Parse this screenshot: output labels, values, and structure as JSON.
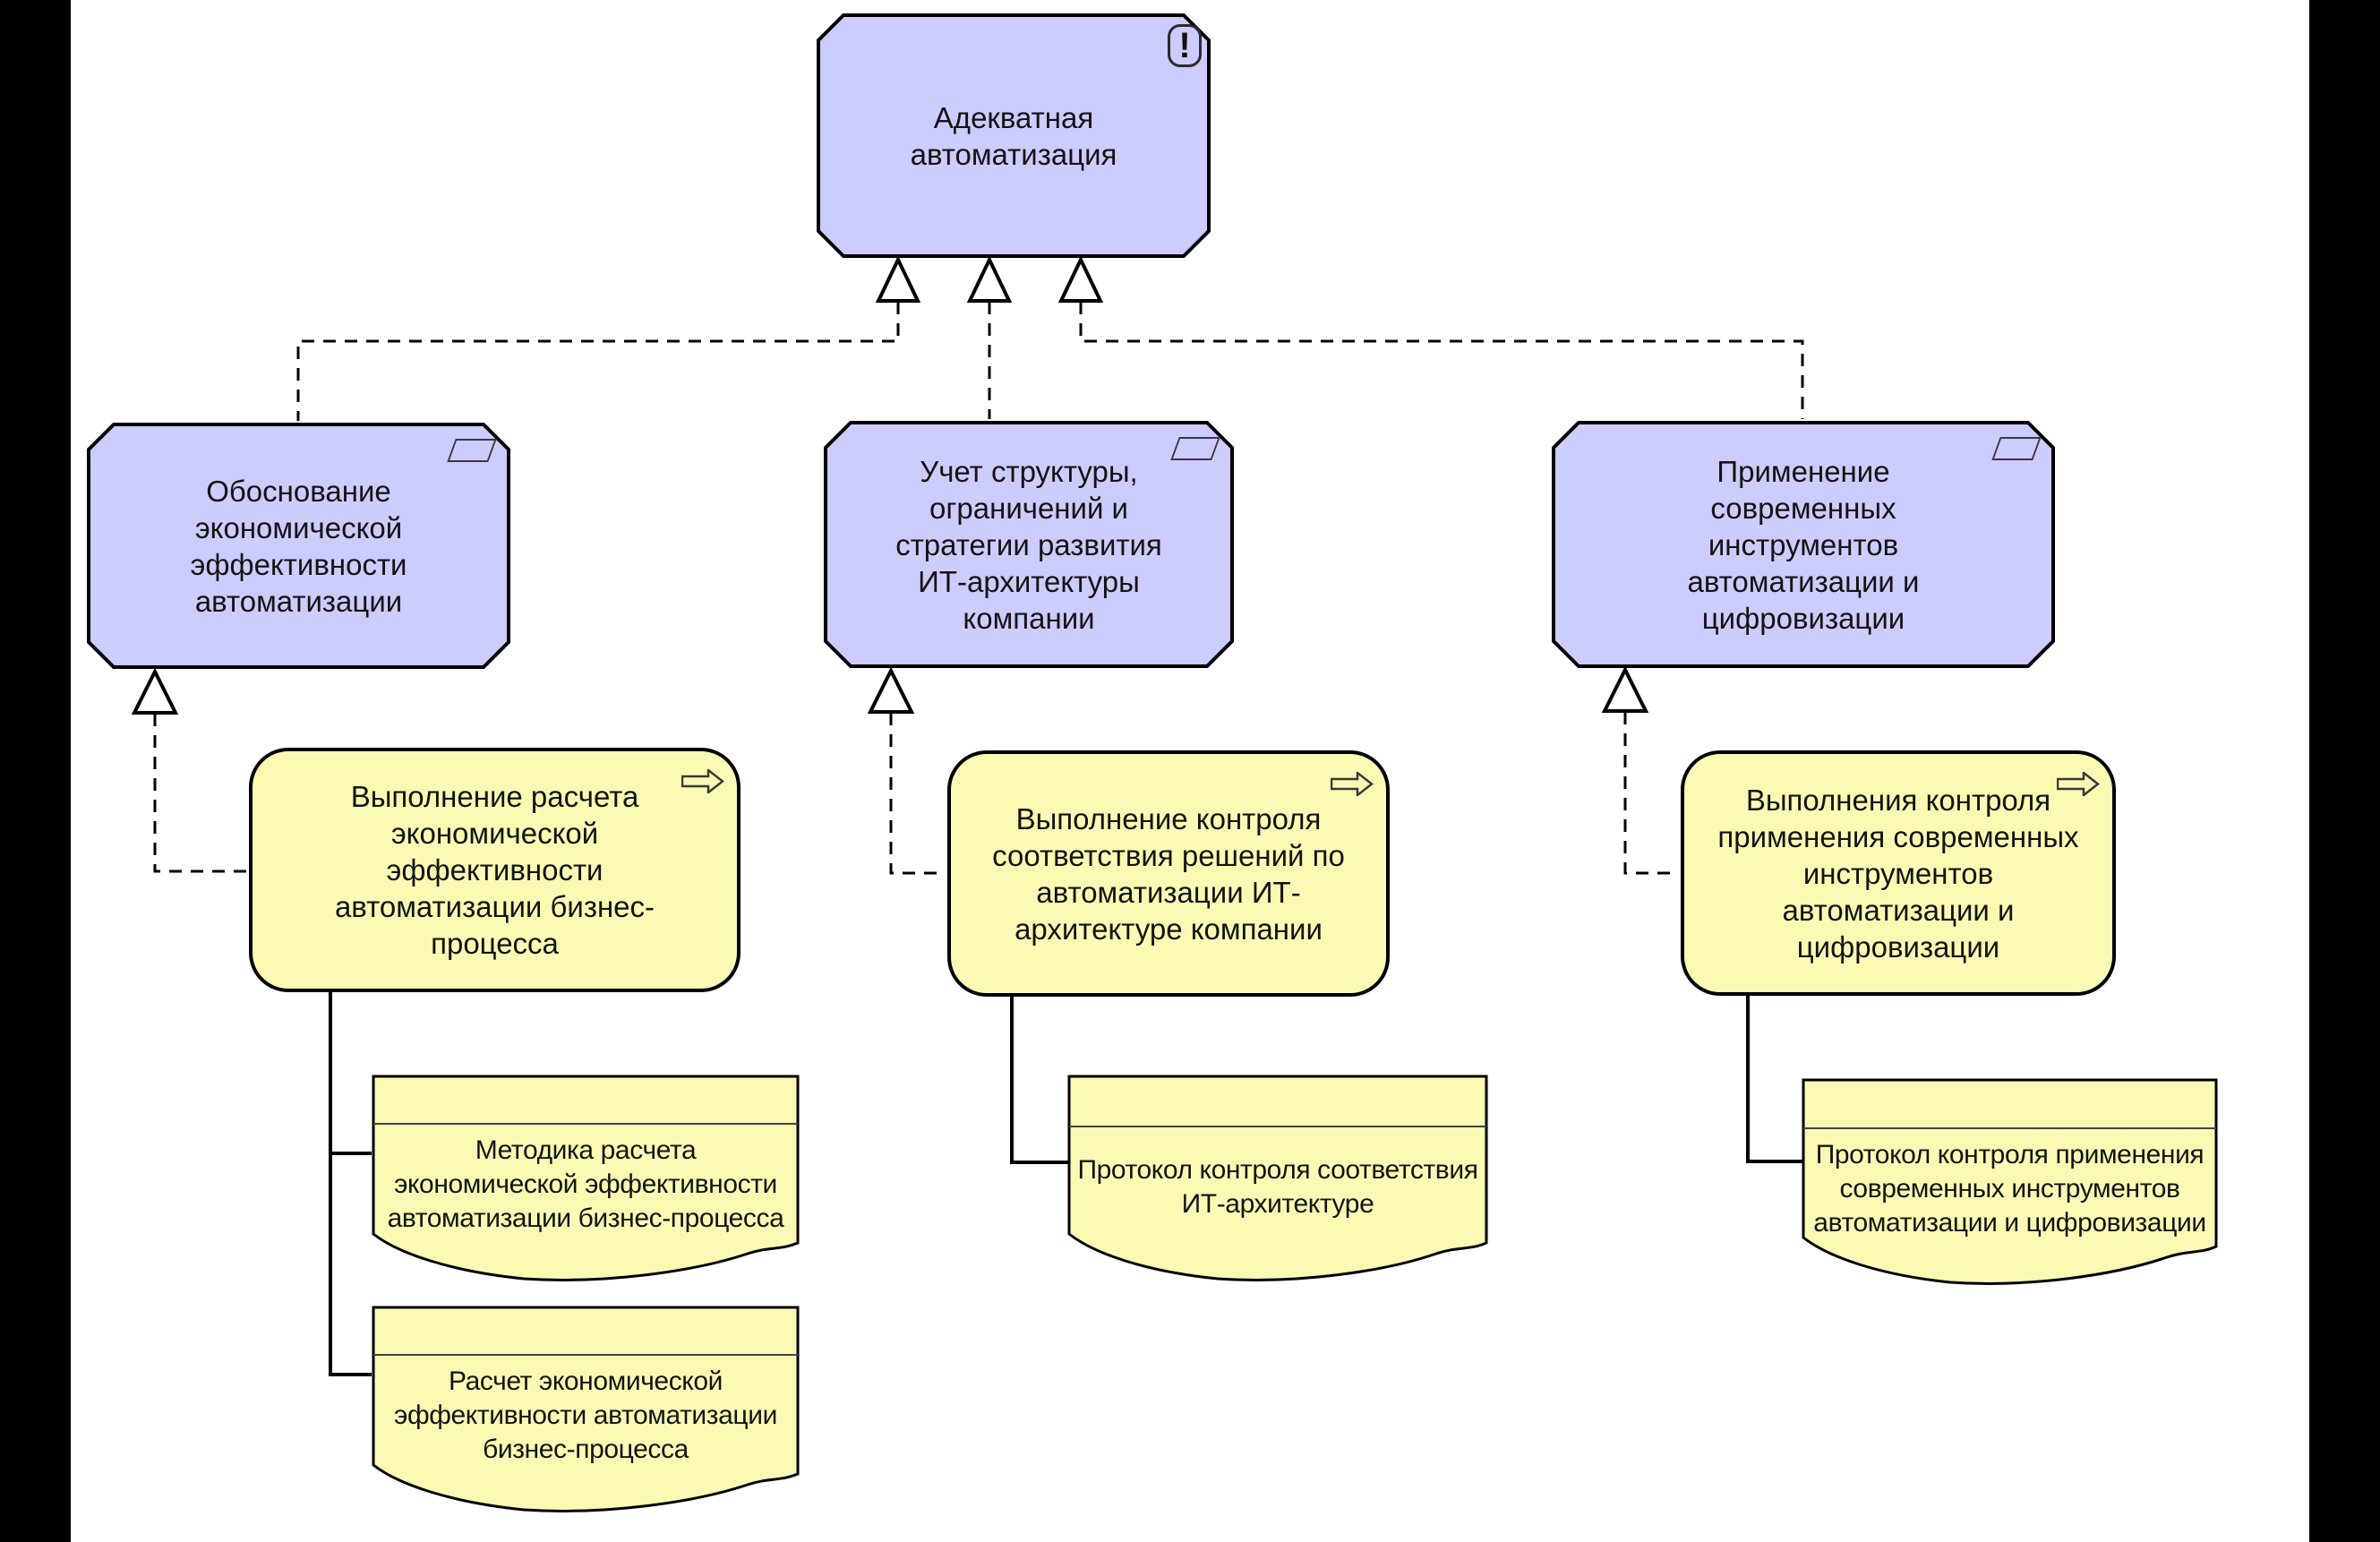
{
  "colors": {
    "motivation_fill": "#CCCCFF",
    "process_fill": "#FAFAB4",
    "deliverable_fill": "#FAFAB4",
    "outline": "#000000",
    "canvas": "#FFFFFF",
    "letterbox": "#000000"
  },
  "principle": {
    "id": "principle-adequate-automation",
    "label": "Адекватная автоматизация",
    "lines": [
      "Адекватная",
      "автоматизация"
    ],
    "icon": "exclamation-icon",
    "icon_glyph": "!"
  },
  "requirements": [
    {
      "id": "req-economic-justification",
      "label": "Обоснование экономической эффективности автоматизации",
      "lines": [
        "Обоснование",
        "экономической",
        "эффективности",
        "автоматизации"
      ],
      "icon": "parallelogram-icon"
    },
    {
      "id": "req-it-architecture",
      "label": "Учет структуры, ограничений и стратегии развития ИТ-архитектуры компании",
      "lines": [
        "Учет структуры,",
        "ограничений и",
        "стратегии развития",
        "ИТ-архитектуры",
        "компании"
      ],
      "icon": "parallelogram-icon"
    },
    {
      "id": "req-modern-tools",
      "label": "Применение современных инструментов автоматизации и цифровизации",
      "lines": [
        "Применение",
        "современных",
        "инструментов",
        "автоматизации и",
        "цифровизации"
      ],
      "icon": "parallelogram-icon"
    }
  ],
  "processes": [
    {
      "id": "proc-efficiency-calc",
      "label": "Выполнение расчета экономической эффективности автоматизации бизнес-процесса",
      "lines": [
        "Выполнение расчета",
        "экономической",
        "эффективности",
        "автоматизации бизнес-",
        "процесса"
      ],
      "icon": "process-arrow-icon"
    },
    {
      "id": "proc-arch-control",
      "label": "Выполнение контроля соответствия решений по автоматизации ИТ-архитектуре компании",
      "lines": [
        "Выполнение контроля",
        "соответствия решений по",
        "автоматизации ИТ-",
        "архитектуре компании"
      ],
      "icon": "process-arrow-icon"
    },
    {
      "id": "proc-tools-control",
      "label": "Выполнения контроля применения современных инструментов автоматизации и цифровизации",
      "lines": [
        "Выполнения контроля",
        "применения современных",
        "инструментов",
        "автоматизации и",
        "цифровизации"
      ],
      "icon": "process-arrow-icon"
    }
  ],
  "deliverables": [
    {
      "id": "doc-method",
      "label": "Методика расчета экономической эффективности автоматизации бизнес-процесса",
      "lines": [
        "Методика расчета",
        "экономической эффективности",
        "автоматизации бизнес-процесса"
      ]
    },
    {
      "id": "doc-calc",
      "label": "Расчет экономической эффективности автоматизации бизнес-процесса",
      "lines": [
        "Расчет экономической",
        "эффективности автоматизации",
        "бизнес-процесса"
      ]
    },
    {
      "id": "doc-protocol-arch",
      "label": "Протокол контроля соответствия ИТ-архитектуре",
      "lines": [
        "Протокол контроля соответствия",
        "ИТ-архитектуре"
      ]
    },
    {
      "id": "doc-protocol-tools",
      "label": "Протокол контроля применения современных инструментов автоматизации и цифровизации",
      "lines": [
        "Протокол контроля применения",
        "современных инструментов",
        "автоматизации и цифровизации"
      ]
    }
  ],
  "relationships": [
    {
      "type": "realization",
      "from": "req-economic-justification",
      "to": "principle-adequate-automation"
    },
    {
      "type": "realization",
      "from": "req-it-architecture",
      "to": "principle-adequate-automation"
    },
    {
      "type": "realization",
      "from": "req-modern-tools",
      "to": "principle-adequate-automation"
    },
    {
      "type": "realization",
      "from": "proc-efficiency-calc",
      "to": "req-economic-justification"
    },
    {
      "type": "realization",
      "from": "proc-arch-control",
      "to": "req-it-architecture"
    },
    {
      "type": "realization",
      "from": "proc-tools-control",
      "to": "req-modern-tools"
    },
    {
      "type": "association",
      "from": "proc-efficiency-calc",
      "to": "doc-method"
    },
    {
      "type": "association",
      "from": "proc-efficiency-calc",
      "to": "doc-calc"
    },
    {
      "type": "association",
      "from": "proc-arch-control",
      "to": "doc-protocol-arch"
    },
    {
      "type": "association",
      "from": "proc-tools-control",
      "to": "doc-protocol-tools"
    }
  ]
}
